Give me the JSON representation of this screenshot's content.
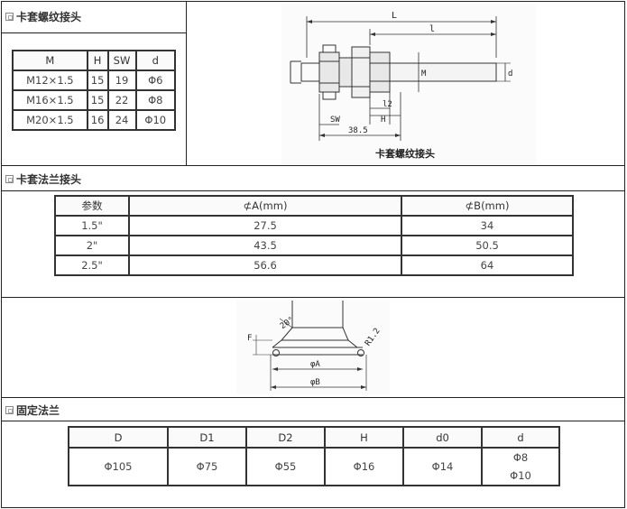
{
  "section1": {
    "title": "卡套螺纹接头",
    "headers": [
      "M",
      "H",
      "SW",
      "d"
    ],
    "rows": [
      [
        "M12×1.5",
        "15",
        "19",
        "Φ6"
      ],
      [
        "M16×1.5",
        "15",
        "22",
        "Φ8"
      ],
      [
        "M20×1.5",
        "16",
        "24",
        "Φ10"
      ]
    ],
    "diagram": {
      "dim_L": "L",
      "dim_l": "l",
      "dim_M": "M",
      "dim_d": "d",
      "dim_l2": "l2",
      "dim_H": "H",
      "dim_SW": "SW",
      "dim_385": "38.5",
      "caption": "卡套螺纹接头"
    }
  },
  "section2": {
    "title": "卡套法兰接头",
    "headers": [
      "参数",
      "⊄A(mm)",
      "⊄B(mm)"
    ],
    "rows": [
      [
        "1.5\"",
        "27.5",
        "34"
      ],
      [
        "2\"",
        "43.5",
        "50.5"
      ],
      [
        "2.5\"",
        "56.6",
        "64"
      ]
    ],
    "diagram": {
      "angle": "20°",
      "F": "F",
      "R": "R1.2",
      "A": "φA",
      "B": "φB"
    }
  },
  "section3": {
    "title": "固定法兰",
    "headers": [
      "D",
      "D1",
      "D2",
      "H",
      "d0",
      "d"
    ],
    "row": [
      "Φ105",
      "Φ75",
      "Φ55",
      "Φ16",
      "Φ14"
    ],
    "last_cell": [
      "Φ8",
      "Φ10"
    ]
  }
}
